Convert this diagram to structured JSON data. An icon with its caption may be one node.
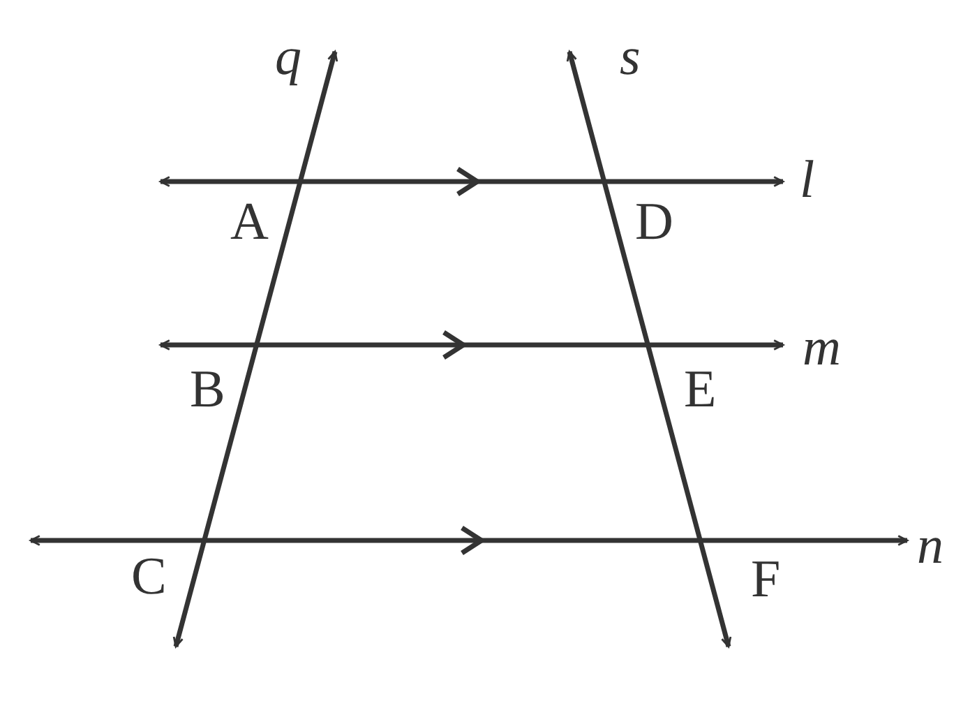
{
  "diagram": {
    "labels": [
      "q",
      "s",
      "l",
      "A",
      "D",
      "m",
      "B",
      "E",
      "n",
      "C",
      "F"
    ]
  }
}
